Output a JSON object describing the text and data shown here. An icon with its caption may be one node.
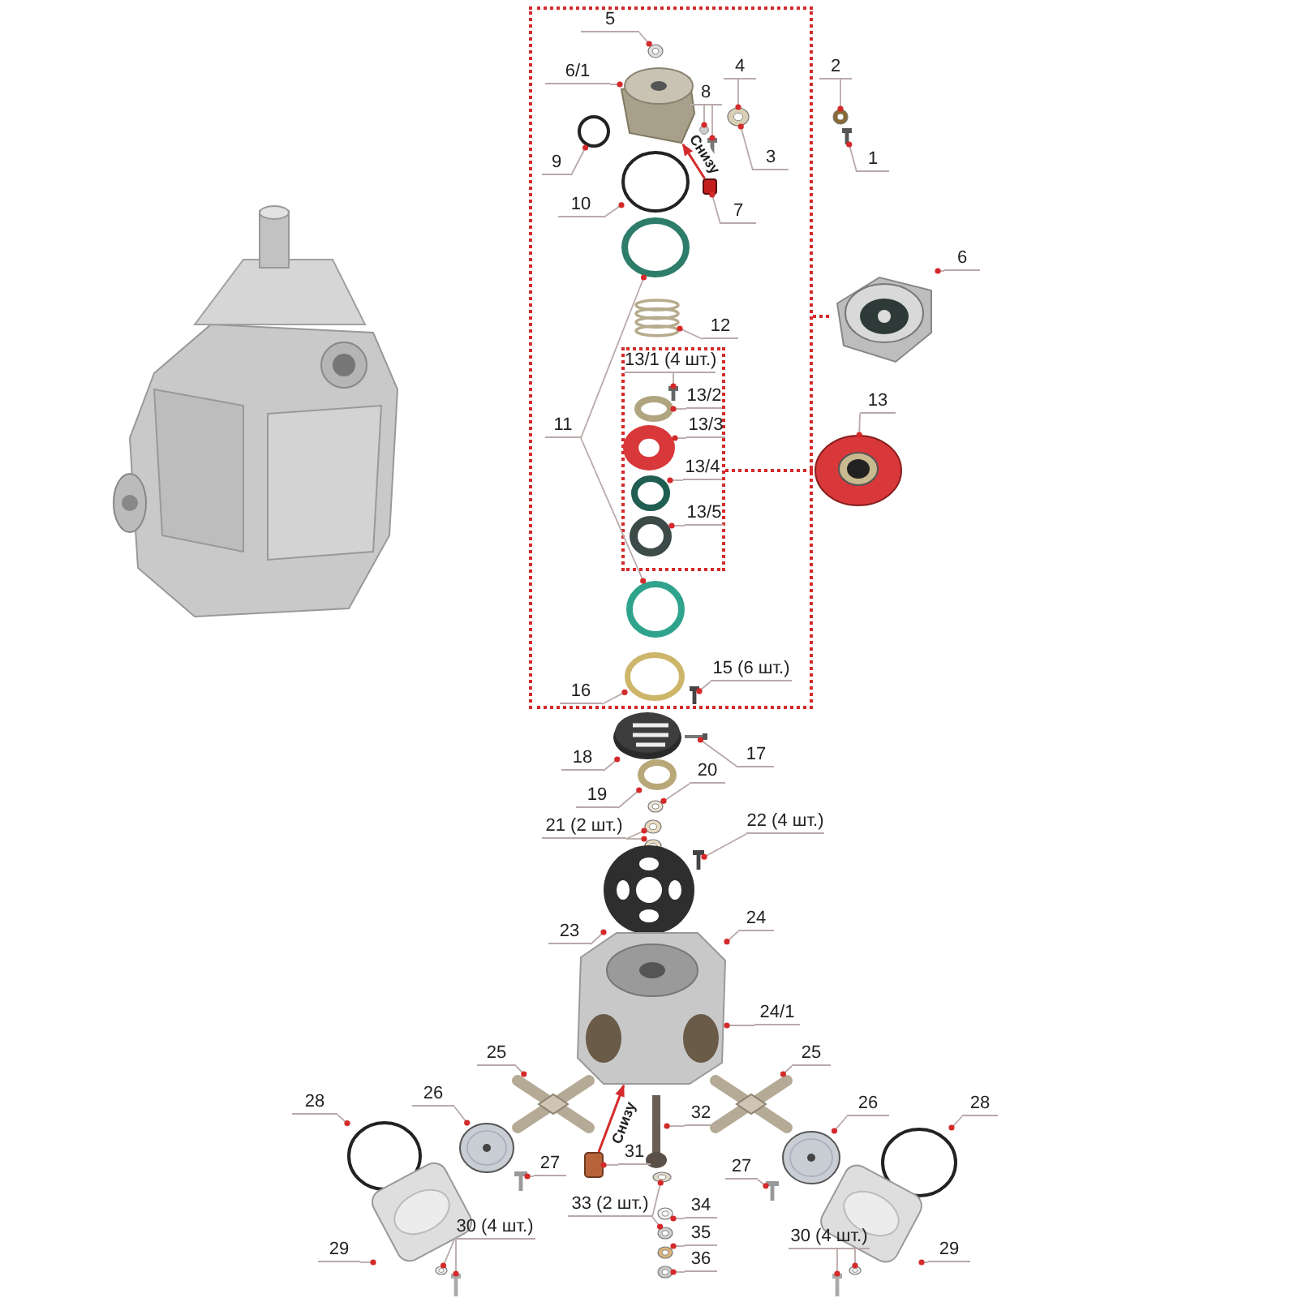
{
  "diagram": {
    "nodes": [
      {
        "text": [],
        "shape": "box"
      },
      {
        "text": [],
        "shape": "box",
        "in": 0
      },
      {
        "text": [
          "5"
        ],
        "in": 0
      },
      {
        "text": [
          "6/1"
        ],
        "in": 0
      },
      {
        "text": [
          "4"
        ],
        "in": 0
      },
      {
        "text": [
          "8"
        ],
        "in": 0
      },
      {
        "text": [
          "3"
        ],
        "in": 0
      },
      {
        "text": [
          "2"
        ]
      },
      {
        "text": [
          "1"
        ]
      },
      {
        "text": [
          "9"
        ],
        "in": 0
      },
      {
        "text": [
          "10"
        ],
        "in": 0
      },
      {
        "text": [
          "7"
        ],
        "in": 0
      },
      {
        "text": [
          "11"
        ],
        "in": 0
      },
      {
        "text": [
          "12"
        ],
        "in": 0
      },
      {
        "text": [
          "13/1 (4 шт.)"
        ],
        "in": 1
      },
      {
        "text": [
          "13/2"
        ],
        "in": 1
      },
      {
        "text": [
          "13/3"
        ],
        "in": 1
      },
      {
        "text": [
          "13/4"
        ],
        "in": 1
      },
      {
        "text": [
          "13/5"
        ],
        "in": 1
      },
      {
        "text": [
          "6"
        ]
      },
      {
        "text": [],
        "shape": "picture"
      },
      {
        "text": [
          "13"
        ]
      },
      {
        "text": [],
        "shape": "picture"
      },
      {
        "text": [
          "16"
        ],
        "in": 0
      },
      {
        "text": [
          "15 (6 шт.)"
        ],
        "in": 0
      },
      {
        "text": [
          "18"
        ]
      },
      {
        "text": [
          "17"
        ]
      },
      {
        "text": [
          "19"
        ]
      },
      {
        "text": [
          "20"
        ]
      },
      {
        "text": [
          "21 (2 шт.)"
        ]
      },
      {
        "text": [
          "22 (4 шт.)"
        ]
      },
      {
        "text": [
          "23"
        ]
      },
      {
        "text": [
          "24"
        ]
      },
      {
        "text": [
          "24/1"
        ]
      },
      {
        "text": [
          "25"
        ]
      },
      {
        "text": [
          "25"
        ]
      },
      {
        "text": [
          "28"
        ]
      },
      {
        "text": [
          "26"
        ]
      },
      {
        "text": [
          "26"
        ]
      },
      {
        "text": [
          "28"
        ]
      },
      {
        "text": [
          "27"
        ]
      },
      {
        "text": [
          "31"
        ]
      },
      {
        "text": [
          "32"
        ]
      },
      {
        "text": [
          "27"
        ]
      },
      {
        "text": [
          "33 (2 шт.)"
        ]
      },
      {
        "text": [
          "34"
        ]
      },
      {
        "text": [
          "35"
        ]
      },
      {
        "text": [
          "29"
        ]
      },
      {
        "text": [
          "30 (4 шт.)"
        ]
      },
      {
        "text": [
          "36"
        ]
      },
      {
        "text": [
          "30 (4 шт.)"
        ]
      },
      {
        "text": [
          "29"
        ]
      },
      {
        "text": [],
        "shape": "picture",
        "in": 0
      },
      {
        "text": [],
        "shape": "picture",
        "in": 0
      },
      {
        "text": [],
        "shape": "picture",
        "in": 0
      },
      {
        "text": [],
        "shape": "circle",
        "in": 0
      },
      {
        "text": [],
        "shape": "picture",
        "in": 0
      },
      {
        "text": [],
        "shape": "picture"
      },
      {
        "text": [],
        "shape": "picture"
      },
      {
        "text": [],
        "shape": "circle",
        "in": 0
      },
      {
        "text": [],
        "shape": "circle",
        "in": 0
      },
      {
        "text": [],
        "shape": "box",
        "in": 0
      },
      {
        "text": [],
        "shape": "circle",
        "in": 0
      },
      {
        "text": [],
        "shape": "picture",
        "in": 0
      },
      {
        "text": [],
        "shape": "picture",
        "in": 1
      },
      {
        "text": [],
        "shape": "circle",
        "in": 1
      },
      {
        "text": [],
        "shape": "picture",
        "in": 1
      },
      {
        "text": [],
        "shape": "circle",
        "in": 1
      },
      {
        "text": [],
        "shape": "circle",
        "in": 1
      },
      {
        "text": [],
        "shape": "circle",
        "in": 0
      },
      {
        "text": [],
        "shape": "circle",
        "in": 0
      },
      {
        "text": [],
        "shape": "picture",
        "in": 0
      },
      {
        "text": [],
        "shape": "picture"
      },
      {
        "text": [],
        "shape": "box"
      },
      {
        "text": [],
        "shape": "circle"
      },
      {
        "text": [],
        "shape": "picture"
      },
      {
        "text": [],
        "shape": "picture"
      },
      {
        "text": [],
        "shape": "picture"
      },
      {
        "text": [],
        "shape": "picture"
      },
      {
        "text": [],
        "shape": "picture"
      },
      {
        "text": [],
        "shape": "picture"
      },
      {
        "text": [],
        "shape": "picture"
      },
      {
        "text": [],
        "shape": "picture"
      },
      {
        "text": [],
        "shape": "circle"
      },
      {
        "text": [],
        "shape": "picture"
      },
      {
        "text": [],
        "shape": "picture"
      },
      {
        "text": [],
        "shape": "circle"
      },
      {
        "text": [],
        "shape": "picture"
      },
      {
        "text": [],
        "shape": "box"
      },
      {
        "text": [],
        "shape": "picture"
      },
      {
        "text": [],
        "shape": "picture"
      },
      {
        "text": [],
        "shape": "picture"
      },
      {
        "text": [],
        "shape": "picture"
      },
      {
        "text": [],
        "shape": "picture"
      },
      {
        "text": [],
        "shape": "picture"
      },
      {
        "text": [],
        "shape": "picture"
      },
      {
        "text": [],
        "shape": "picture"
      },
      {
        "text": [],
        "shape": "picture"
      },
      {
        "text": [],
        "shape": "picture"
      },
      {
        "text": [],
        "shape": "picture"
      },
      {
        "text": [],
        "shape": "picture"
      },
      {
        "text": [],
        "shape": "picture"
      }
    ],
    "edges": [
      {
        "from": 0,
        "to": 20,
        "arrow": "none",
        "style": "dashed",
        "color": "#d42a2a"
      },
      {
        "from": 1,
        "to": 22,
        "arrow": "none",
        "style": "dashed",
        "color": "#d42a2a"
      },
      {
        "from": 2,
        "to": 52,
        "arrow": "none"
      },
      {
        "from": 3,
        "to": 53,
        "arrow": "none"
      },
      {
        "from": 4,
        "to": 54,
        "arrow": "none"
      },
      {
        "from": 5,
        "to": 55,
        "arrow": "none"
      },
      {
        "from": 5,
        "to": 56,
        "arrow": "none"
      },
      {
        "from": 6,
        "to": 54,
        "arrow": "none"
      },
      {
        "from": 7,
        "to": 57,
        "arrow": "none"
      },
      {
        "from": 8,
        "to": 58,
        "arrow": "none"
      },
      {
        "from": 9,
        "to": 59,
        "arrow": "none"
      },
      {
        "from": 10,
        "to": 60,
        "arrow": "none"
      },
      {
        "from": 11,
        "to": 61,
        "arrow": "none"
      },
      {
        "from": 12,
        "to": 62,
        "arrow": "none"
      },
      {
        "from": 12,
        "to": 69,
        "arrow": "none"
      },
      {
        "from": 13,
        "to": 63,
        "arrow": "none"
      },
      {
        "from": 14,
        "to": 64,
        "arrow": "none"
      },
      {
        "from": 15,
        "to": 65,
        "arrow": "none"
      },
      {
        "from": 16,
        "to": 66,
        "arrow": "none"
      },
      {
        "from": 17,
        "to": 67,
        "arrow": "none"
      },
      {
        "from": 18,
        "to": 68,
        "arrow": "none"
      },
      {
        "from": 19,
        "to": 20,
        "arrow": "none"
      },
      {
        "from": 21,
        "to": 22,
        "arrow": "none"
      },
      {
        "from": 23,
        "to": 70,
        "arrow": "none"
      },
      {
        "from": 24,
        "to": 71,
        "arrow": "none"
      },
      {
        "from": 25,
        "to": 72,
        "arrow": "none"
      },
      {
        "from": 26,
        "to": 73,
        "arrow": "none"
      },
      {
        "from": 27,
        "to": 74,
        "arrow": "none"
      },
      {
        "from": 28,
        "to": 75,
        "arrow": "none"
      },
      {
        "from": 29,
        "to": 76,
        "arrow": "none"
      },
      {
        "from": 29,
        "to": 77,
        "arrow": "none"
      },
      {
        "from": 30,
        "to": 78,
        "arrow": "none"
      },
      {
        "from": 31,
        "to": 79,
        "arrow": "none"
      },
      {
        "from": 32,
        "to": 80,
        "arrow": "none"
      },
      {
        "from": 33,
        "to": 80,
        "arrow": "none"
      },
      {
        "from": 34,
        "to": 81,
        "arrow": "none"
      },
      {
        "from": 35,
        "to": 82,
        "arrow": "none"
      },
      {
        "from": 36,
        "to": 83,
        "arrow": "none"
      },
      {
        "from": 37,
        "to": 84,
        "arrow": "none"
      },
      {
        "from": 38,
        "to": 85,
        "arrow": "none"
      },
      {
        "from": 39,
        "to": 86,
        "arrow": "none"
      },
      {
        "from": 40,
        "to": 87,
        "arrow": "none"
      },
      {
        "from": 41,
        "to": 88,
        "arrow": "none"
      },
      {
        "from": 42,
        "to": 89,
        "arrow": "none"
      },
      {
        "from": 43,
        "to": 90,
        "arrow": "none"
      },
      {
        "from": 44,
        "to": 101,
        "arrow": "none"
      },
      {
        "from": 44,
        "to": 92,
        "arrow": "none"
      },
      {
        "from": 45,
        "to": 91,
        "arrow": "none"
      },
      {
        "from": 46,
        "to": 93,
        "arrow": "none"
      },
      {
        "from": 47,
        "to": 95,
        "arrow": "none"
      },
      {
        "from": 48,
        "to": 97,
        "arrow": "none"
      },
      {
        "from": 48,
        "to": 98,
        "arrow": "none"
      },
      {
        "from": 49,
        "to": 94,
        "arrow": "none"
      },
      {
        "from": 50,
        "to": 99,
        "arrow": "none"
      },
      {
        "from": 50,
        "to": 100,
        "arrow": "none"
      },
      {
        "from": 51,
        "to": 96,
        "arrow": "none"
      },
      {
        "from": 61,
        "to": 53,
        "arrow": "to",
        "label": "Снизу",
        "color": "#d42a2a"
      },
      {
        "from": 88,
        "to": 80,
        "arrow": "to",
        "label": "Снизу",
        "color": "#d42a2a"
      }
    ]
  }
}
